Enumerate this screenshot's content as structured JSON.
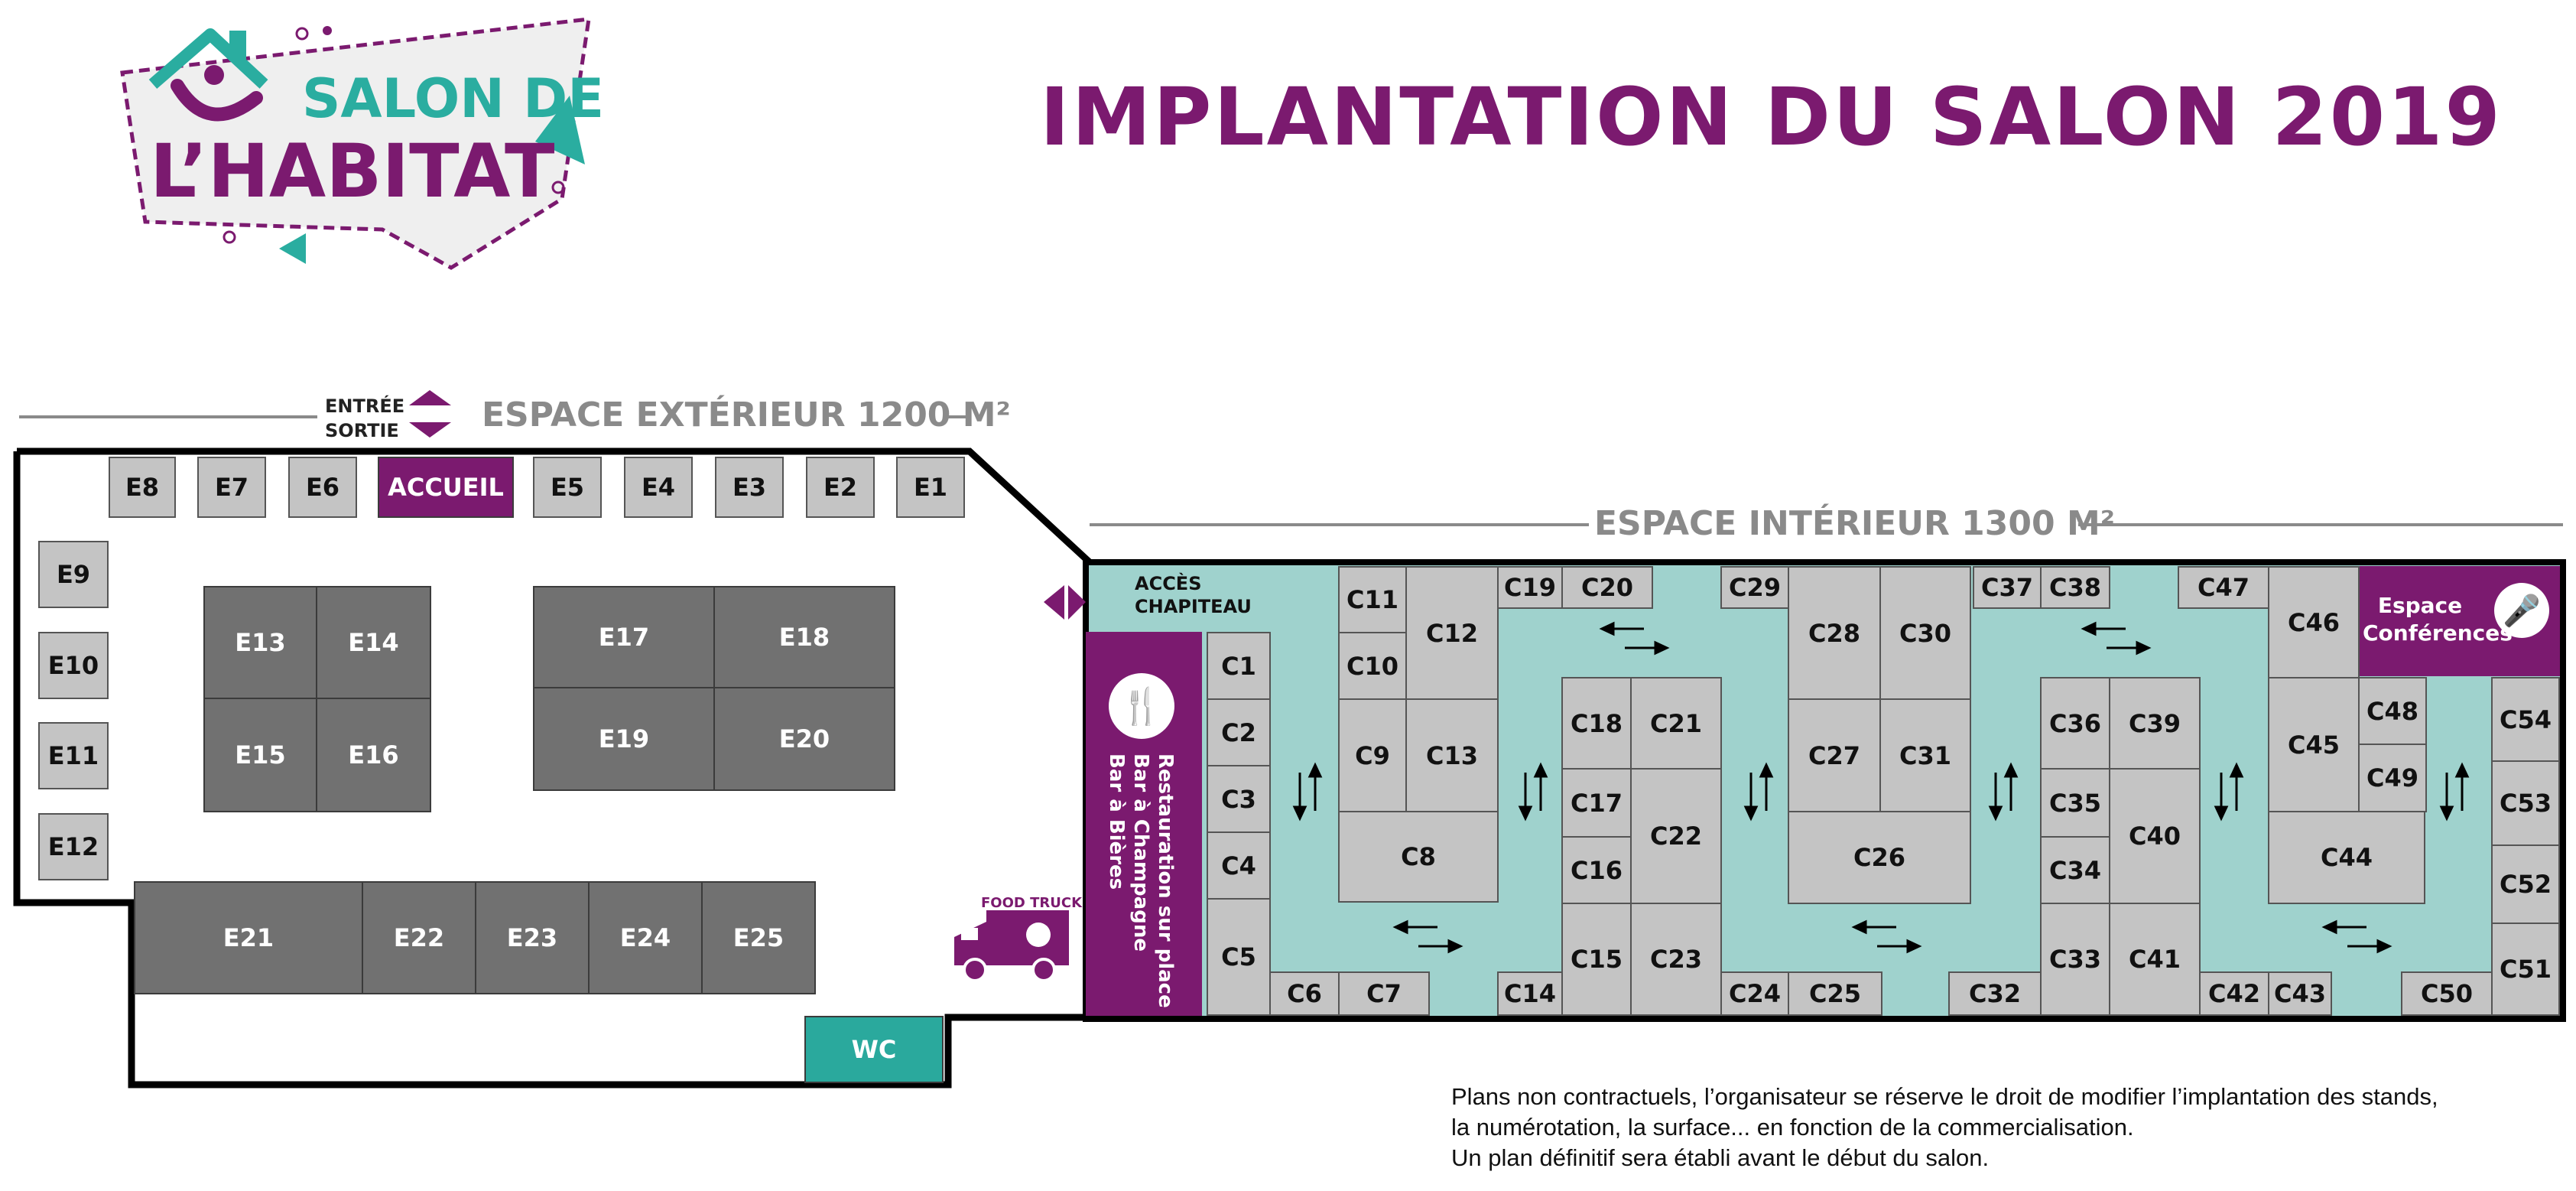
{
  "logo": {
    "line1": "SALON DE",
    "line2": "L’HABITAT"
  },
  "title": "IMPLANTATION DU SALON 2019",
  "exterior": {
    "label": "ESPACE EXTÉRIEUR 1200 M²",
    "entree": "ENTRÉE",
    "sortie": "SORTIE"
  },
  "interior": {
    "label": "ESPACE INTÉRIEUR 1300 M²",
    "acces": "ACCÈS CHAPITEAU"
  },
  "restauration": {
    "line1": "Restauration sur place",
    "line2": "Bar à Champagne",
    "line3": "Bar à Bières"
  },
  "food_truck": "FOOD TRUCK",
  "conferences": "Espace Conférences",
  "note": {
    "line1": "Plans non contractuels, l’organisateur se réserve le droit de modifier l’implantation des stands,",
    "line2": "la numérotation, la surface... en fonction de la commercialisation.",
    "line3": "Un plan définitif sera établi avant le début du salon."
  },
  "colors": {
    "purple": "#7b1a6f",
    "teal": "#2aa99d",
    "interior_floor": "#9fd2cd",
    "dark_stand": "#717171",
    "light_stand": "#c4c4c4"
  },
  "stands": {
    "accueil": "ACCUEIL",
    "wc": "WC",
    "E1": "E1",
    "E2": "E2",
    "E3": "E3",
    "E4": "E4",
    "E5": "E5",
    "E6": "E6",
    "E7": "E7",
    "E8": "E8",
    "E9": "E9",
    "E10": "E10",
    "E11": "E11",
    "E12": "E12",
    "E13": "E13",
    "E14": "E14",
    "E15": "E15",
    "E16": "E16",
    "E17": "E17",
    "E18": "E18",
    "E19": "E19",
    "E20": "E20",
    "E21": "E21",
    "E22": "E22",
    "E23": "E23",
    "E24": "E24",
    "E25": "E25",
    "C1": "C1",
    "C2": "C2",
    "C3": "C3",
    "C4": "C4",
    "C5": "C5",
    "C6": "C6",
    "C7": "C7",
    "C8": "C8",
    "C9": "C9",
    "C10": "C10",
    "C11": "C11",
    "C12": "C12",
    "C13": "C13",
    "C14": "C14",
    "C15": "C15",
    "C16": "C16",
    "C17": "C17",
    "C18": "C18",
    "C19": "C19",
    "C20": "C20",
    "C21": "C21",
    "C22": "C22",
    "C23": "C23",
    "C24": "C24",
    "C25": "C25",
    "C26": "C26",
    "C27": "C27",
    "C28": "C28",
    "C29": "C29",
    "C30": "C30",
    "C31": "C31",
    "C32": "C32",
    "C33": "C33",
    "C34": "C34",
    "C35": "C35",
    "C36": "C36",
    "C37": "C37",
    "C38": "C38",
    "C39": "C39",
    "C40": "C40",
    "C41": "C41",
    "C42": "C42",
    "C43": "C43",
    "C44": "C44",
    "C45": "C45",
    "C46": "C46",
    "C47": "C47",
    "C48": "C48",
    "C49": "C49",
    "C50": "C50",
    "C51": "C51",
    "C52": "C52",
    "C53": "C53",
    "C54": "C54"
  }
}
